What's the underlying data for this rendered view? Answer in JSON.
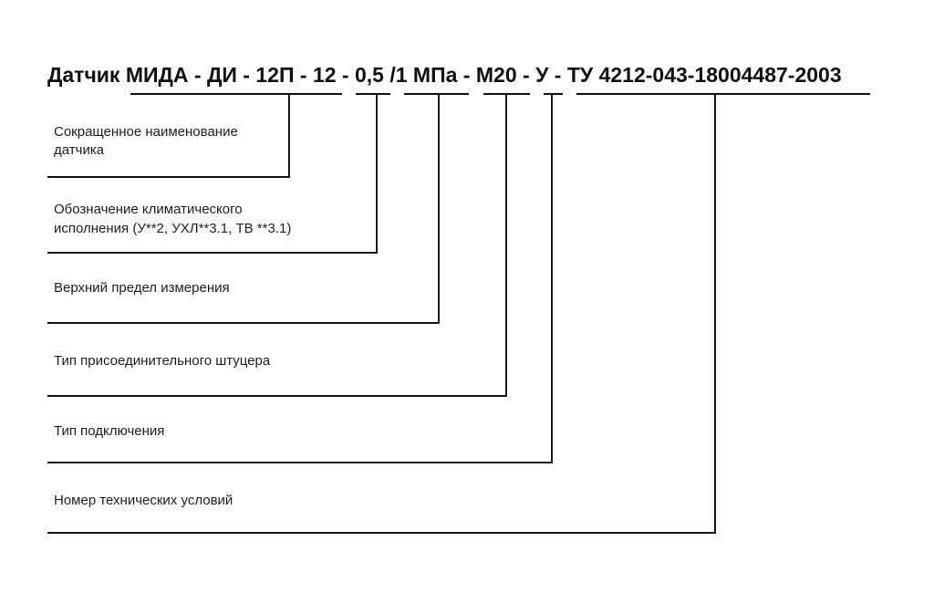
{
  "title": {
    "parts": [
      "Датчик МИДА",
      " - ",
      "ДИ",
      " - ",
      "12П",
      " - ",
      "12",
      " - ",
      "0,5",
      " ",
      "/1 МПа",
      " - ",
      "М20",
      " - ",
      "У",
      " - ",
      "ТУ 4212-043-18004487-2003"
    ]
  },
  "descriptions": [
    {
      "lines": [
        "Сокращенное наименование",
        "датчика"
      ]
    },
    {
      "lines": [
        "Обозначение климатического",
        "исполнения (У**2, УХЛ**3.1, ТВ **3.1)"
      ]
    },
    {
      "lines": [
        "Верхний предел измерения"
      ]
    },
    {
      "lines": [
        "Тип присоединительного штуцера"
      ]
    },
    {
      "lines": [
        "Тип подключения"
      ]
    },
    {
      "lines": [
        "Номер технических условий"
      ]
    }
  ]
}
